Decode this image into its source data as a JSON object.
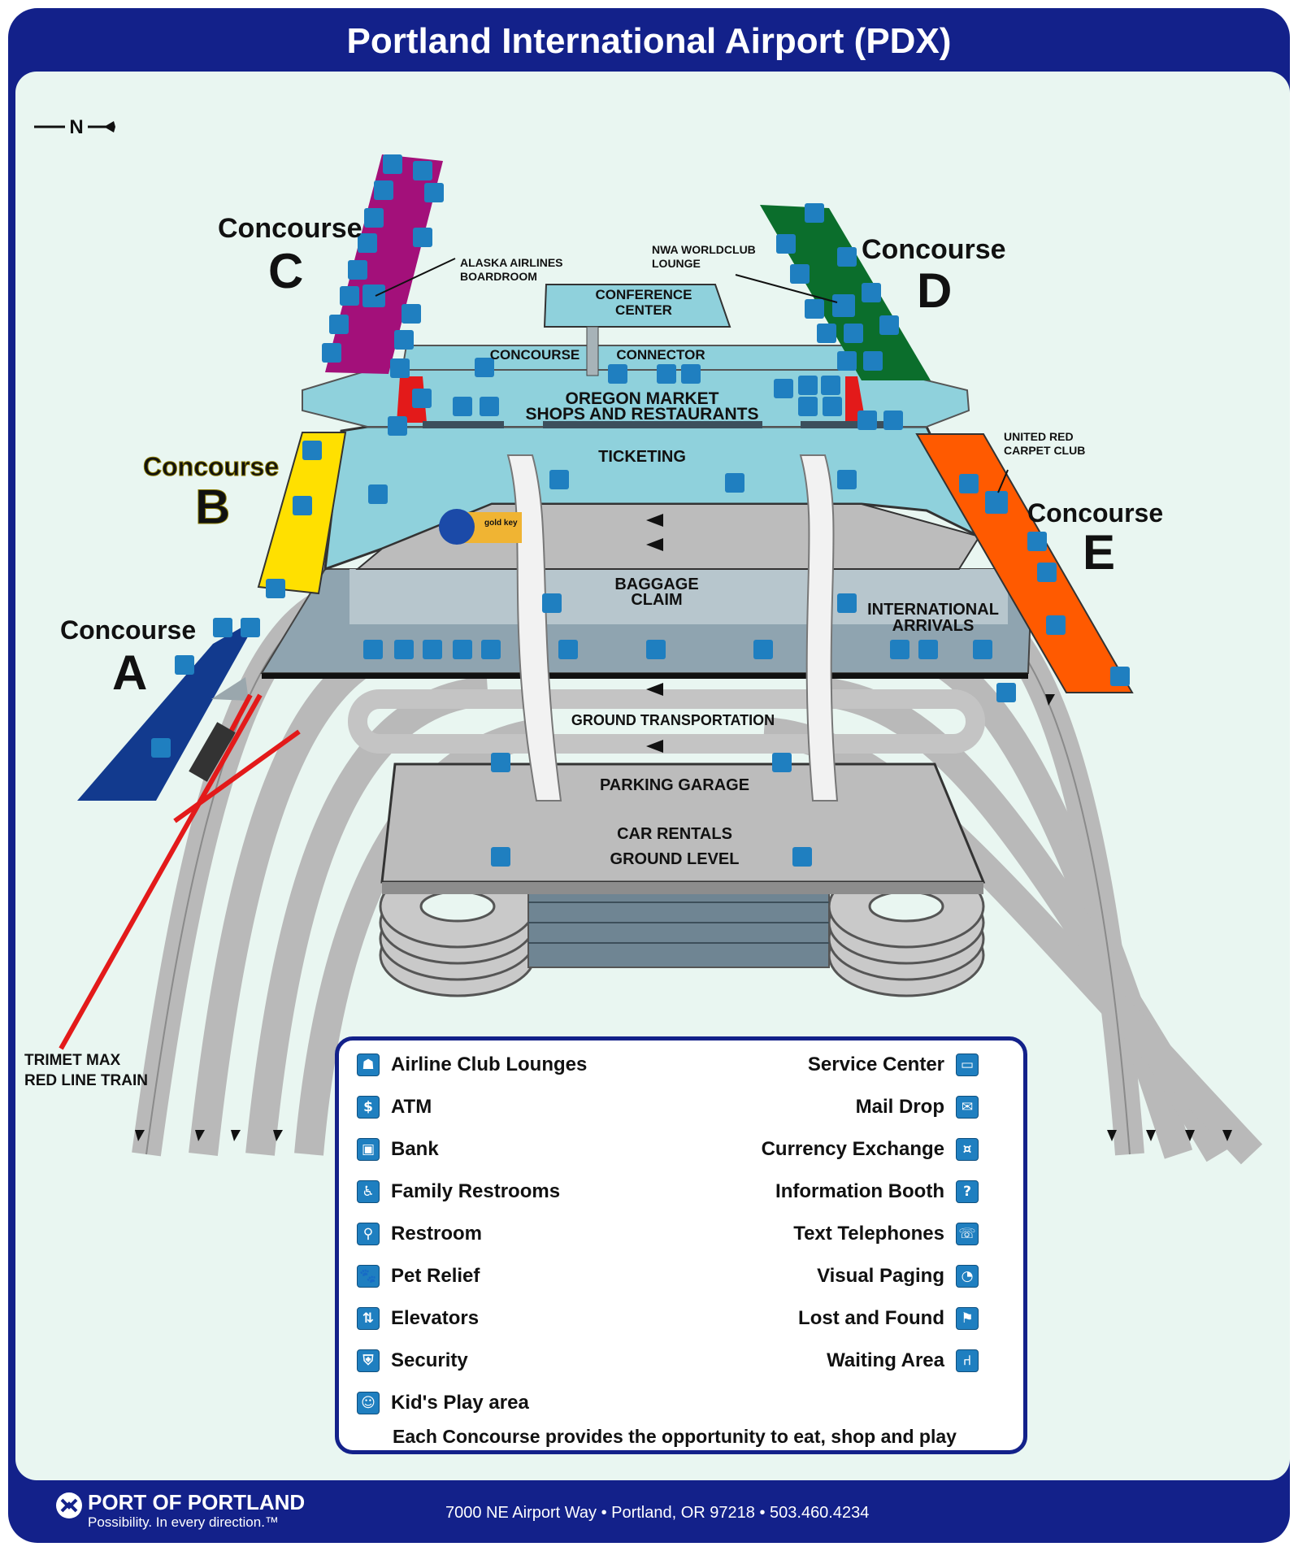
{
  "title": "Portland International Airport (PDX)",
  "north": "N",
  "concourses": {
    "a": {
      "word": "Concourse",
      "letter": "A",
      "color": "#123a8e"
    },
    "b": {
      "word": "Concourse",
      "letter": "B",
      "color": "#ffe000"
    },
    "c": {
      "word": "Concourse",
      "letter": "C",
      "color": "#a3107a"
    },
    "d": {
      "word": "Concourse",
      "letter": "D",
      "color": "#0b6e2c"
    },
    "e": {
      "word": "Concourse",
      "letter": "E",
      "color": "#ff5a00"
    }
  },
  "labels": {
    "alaska_1": "ALASKA AIRLINES",
    "alaska_2": "BOARDROOM",
    "nwa_1": "NWA WORLDCLUB",
    "nwa_2": "LOUNGE",
    "united_1": "UNITED RED",
    "united_2": "CARPET CLUB",
    "conference_1": "CONFERENCE",
    "conference_2": "CENTER",
    "connector_1": "CONCOURSE",
    "connector_2": "CONNECTOR",
    "market_1": "OREGON MARKET",
    "market_2": "SHOPS AND RESTAURANTS",
    "ticketing": "TICKETING",
    "baggage_1": "BAGGAGE",
    "baggage_2": "CLAIM",
    "intl_1": "INTERNATIONAL",
    "intl_2": "ARRIVALS",
    "ground": "GROUND TRANSPORTATION",
    "parking": "PARKING GARAGE",
    "car_1": "CAR RENTALS",
    "car_2": "GROUND LEVEL",
    "trimet_1": "TRIMET MAX",
    "trimet_2": "RED LINE TRAIN",
    "gold_key": "gold key"
  },
  "legend": {
    "left": [
      {
        "label": "Airline Club Lounges",
        "icon": "airline-club-lounge-icon",
        "glyph": "☗"
      },
      {
        "label": "ATM",
        "icon": "atm-icon",
        "glyph": "$"
      },
      {
        "label": "Bank",
        "icon": "bank-icon",
        "glyph": "▣"
      },
      {
        "label": "Family Restrooms",
        "icon": "family-restroom-icon",
        "glyph": "♿"
      },
      {
        "label": "Restroom",
        "icon": "restroom-icon",
        "glyph": "⚲"
      },
      {
        "label": "Pet Relief",
        "icon": "pet-relief-icon",
        "glyph": "🐾"
      },
      {
        "label": "Elevators",
        "icon": "elevator-icon",
        "glyph": "⇅"
      },
      {
        "label": "Security",
        "icon": "security-icon",
        "glyph": "⛨"
      },
      {
        "label": "Kid's Play area",
        "icon": "kids-play-icon",
        "glyph": "☺"
      }
    ],
    "right": [
      {
        "label": "Service Center",
        "icon": "service-center-icon",
        "glyph": "▭"
      },
      {
        "label": "Mail Drop",
        "icon": "mail-drop-icon",
        "glyph": "✉"
      },
      {
        "label": "Currency Exchange",
        "icon": "currency-exchange-icon",
        "glyph": "¤"
      },
      {
        "label": "Information Booth",
        "icon": "information-booth-icon",
        "glyph": "?"
      },
      {
        "label": "Text Telephones",
        "icon": "text-telephone-icon",
        "glyph": "☏"
      },
      {
        "label": "Visual Paging",
        "icon": "visual-paging-icon",
        "glyph": "◔"
      },
      {
        "label": "Lost and Found",
        "icon": "lost-and-found-icon",
        "glyph": "⚑"
      },
      {
        "label": "Waiting Area",
        "icon": "waiting-area-icon",
        "glyph": "⑁"
      }
    ],
    "note": "Each Concourse provides the opportunity to eat, shop and play"
  },
  "footer": {
    "org": "PORT OF PORTLAND",
    "tagline": "Possibility. In every direction.™",
    "address": "7000 NE Airport Way • Portland, OR 97218 • 503.460.4234"
  }
}
